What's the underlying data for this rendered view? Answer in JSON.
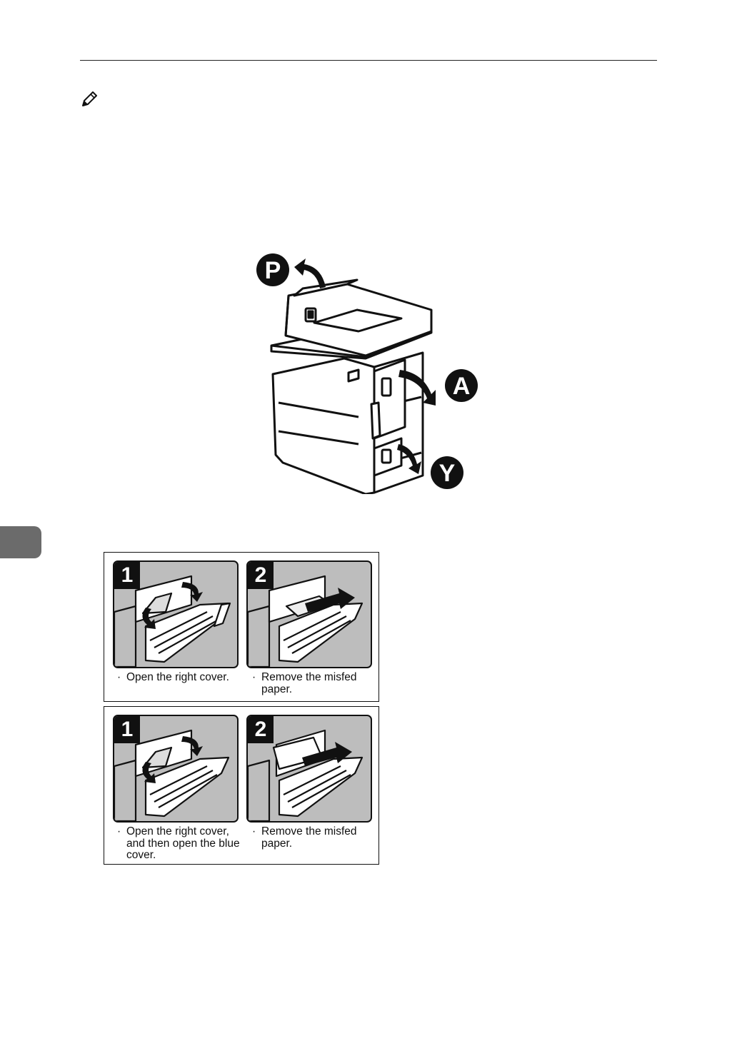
{
  "figure_labels": {
    "p": "P",
    "a": "A",
    "y": "Y"
  },
  "procedures": [
    {
      "steps": [
        {
          "number": "1",
          "bullet": "·",
          "text": "Open the right cover."
        },
        {
          "number": "2",
          "bullet": "·",
          "text": "Remove the misfed paper."
        }
      ]
    },
    {
      "steps": [
        {
          "number": "1",
          "bullet": "·",
          "text": "Open the right cover, and then open the blue cover."
        },
        {
          "number": "2",
          "bullet": "·",
          "text": "Remove the misfed paper."
        }
      ]
    }
  ],
  "icons": {
    "note": "pencil-note-icon"
  },
  "colors": {
    "panel_bg": "#bdbdbd",
    "chapter_tab": "#6b6b6b",
    "ink": "#111111"
  }
}
